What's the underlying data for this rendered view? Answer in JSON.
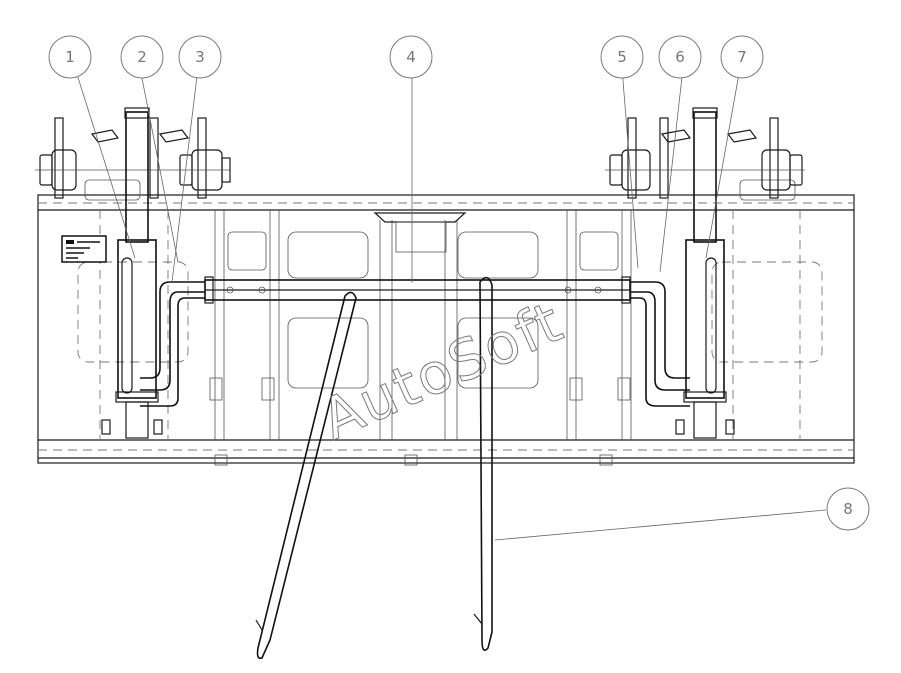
{
  "callouts": [
    {
      "id": "1",
      "label": "1"
    },
    {
      "id": "2",
      "label": "2"
    },
    {
      "id": "3",
      "label": "3"
    },
    {
      "id": "4",
      "label": "4"
    },
    {
      "id": "5",
      "label": "5"
    },
    {
      "id": "6",
      "label": "6"
    },
    {
      "id": "7",
      "label": "7"
    },
    {
      "id": "8",
      "label": "8"
    }
  ],
  "watermark": "AutoSoft"
}
